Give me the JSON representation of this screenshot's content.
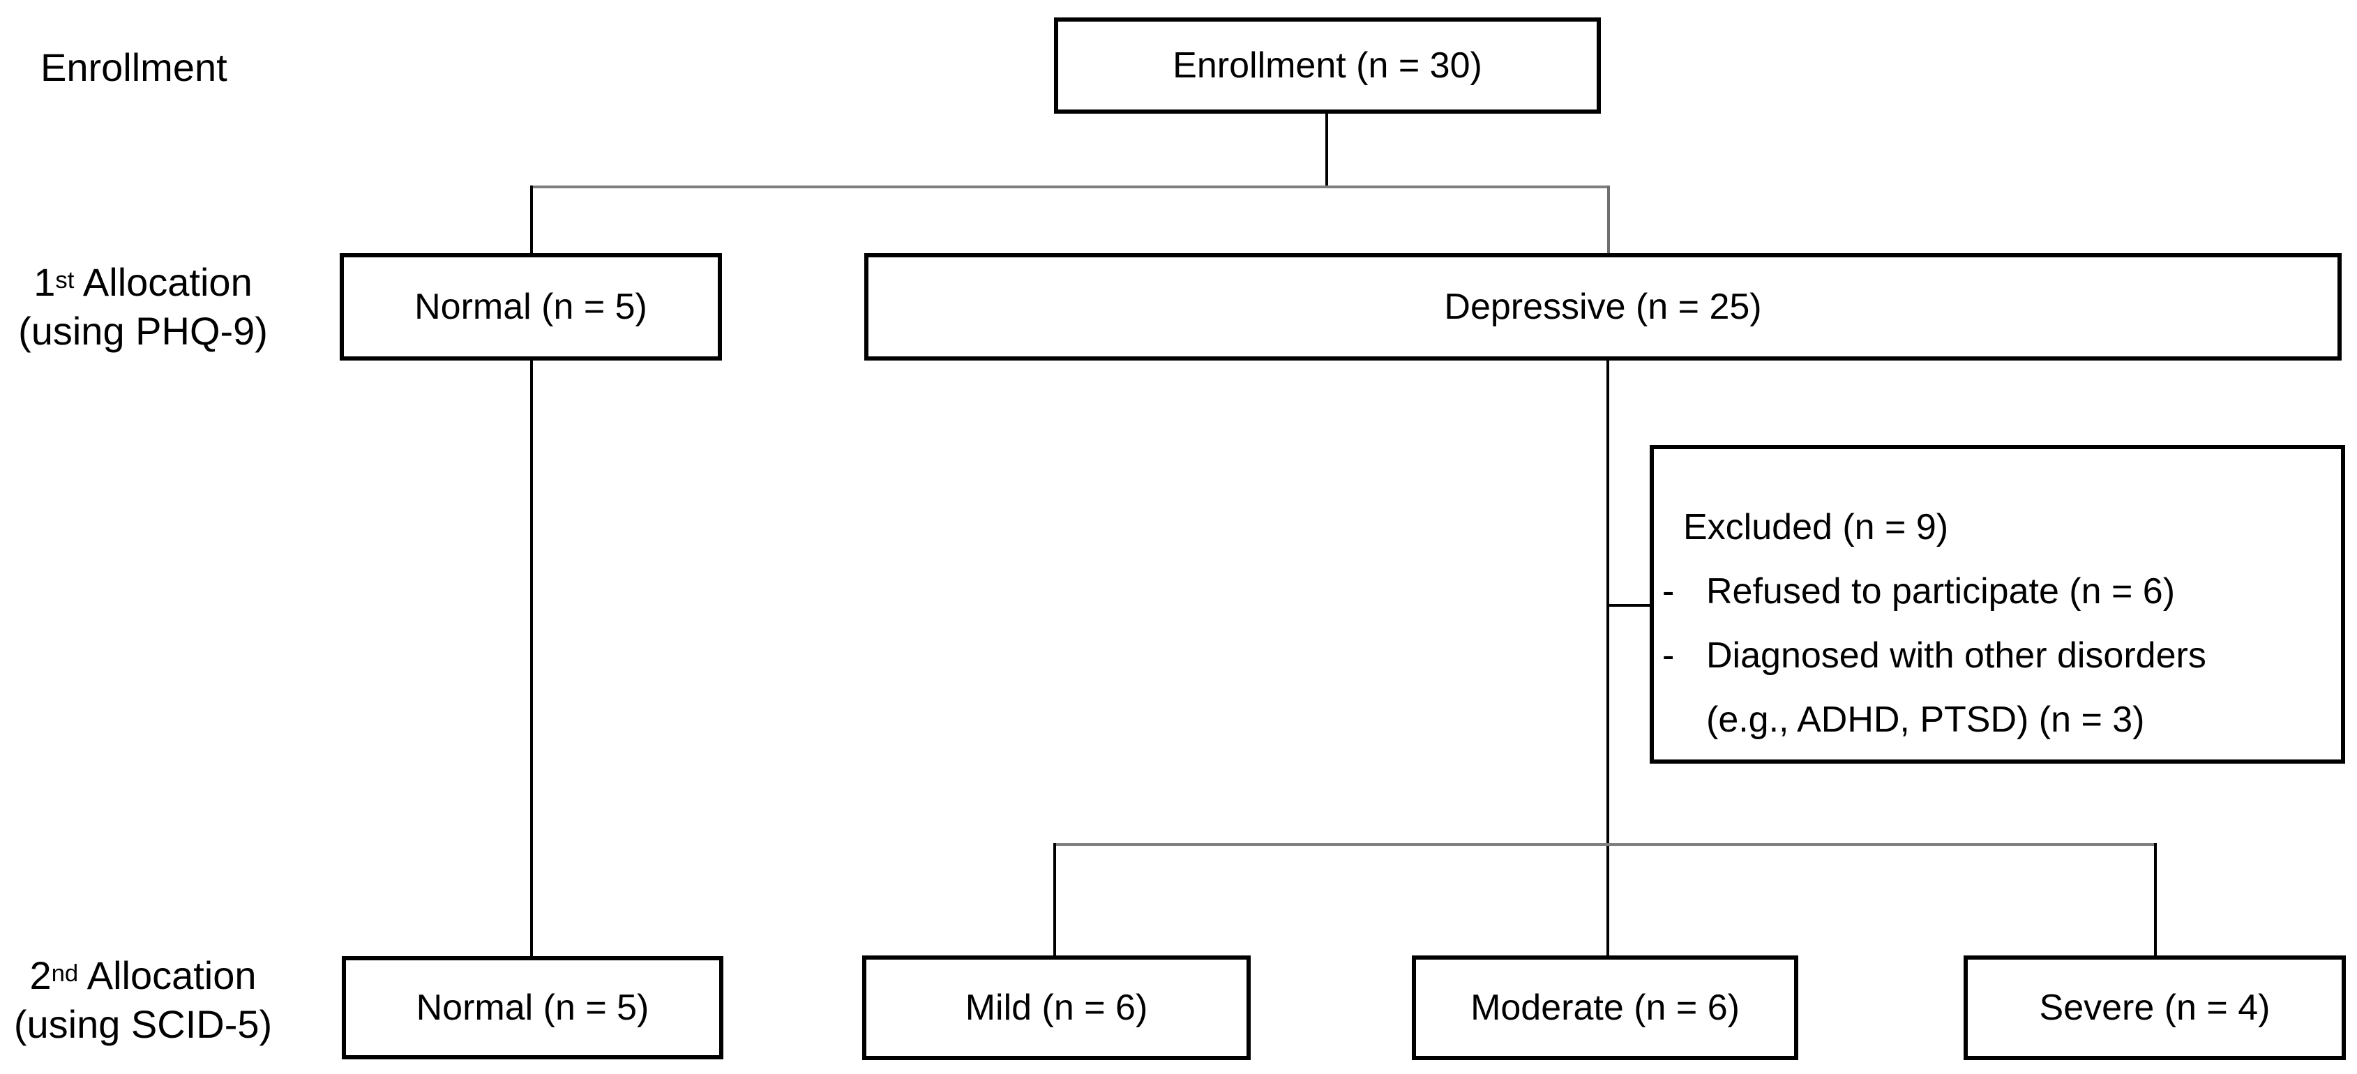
{
  "diagram": {
    "row_labels": {
      "enrollment": "Enrollment",
      "allocation1": {
        "num": "1",
        "sup": "st",
        "rest": " Allocation",
        "line2": "(using PHQ-9)"
      },
      "allocation2": {
        "num": "2",
        "sup": "nd",
        "rest": " Allocation",
        "line2": "(using SCID-5)"
      }
    },
    "nodes": {
      "enrollment": "Enrollment (n = 30)",
      "normal_phq": "Normal (n = 5)",
      "depressive": "Depressive (n = 25)",
      "excluded": {
        "title": "Excluded (n = 9)",
        "bullets": [
          {
            "dash": "-",
            "text": "Refused to participate (n = 6)",
            "continuation": ""
          },
          {
            "dash": "-",
            "text": "Diagnosed with other disorders",
            "continuation": "(e.g., ADHD, PTSD) (n = 3)"
          }
        ]
      },
      "normal_scid": "Normal (n = 5)",
      "mild": "Mild (n = 6)",
      "moderate": "Moderate (n = 6)",
      "severe": "Severe (n = 4)"
    },
    "colors": {
      "background": "#ffffff",
      "box_border": "#000000",
      "text": "#000000",
      "connector": "#000000",
      "split_line": "#7f7f7f"
    }
  }
}
